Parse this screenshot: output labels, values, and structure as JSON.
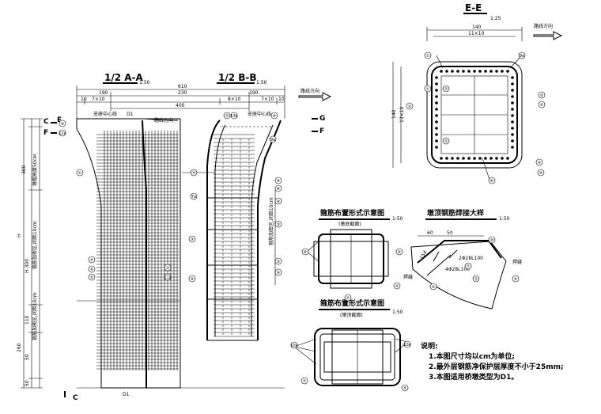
{
  "sections": {
    "aa_title": "1/2 A-A",
    "bb_title": "1/2 B-B",
    "scale_50": "1:50",
    "ee_title": "E-E",
    "ee_scale": "1:25"
  },
  "dims": {
    "total_width": "610",
    "aa_top": "190",
    "mid_top": "230",
    "bb_top": "190",
    "aa_sub_1": "10",
    "aa_sub_2": "7×10",
    "mid_width": "400",
    "bb_sub_1": "8×10",
    "bb_sub_2": "7×10",
    "bb_sub_3": "10",
    "ee_width": "140",
    "ee_sub": "11×10",
    "ee_height": "140",
    "ee_height_sub": "13×10",
    "left_h1": "300",
    "left_h2": "H",
    "left_h3": "H-300",
    "left_h4": "110",
    "left_h5": "260",
    "left_h6": "50",
    "left_h7": "50",
    "weld_60": "60",
    "weld_50": "50",
    "d1_label": "D1"
  },
  "labels": {
    "bearing_center_left": "支座中心线",
    "bearing_center_right": "支座中心线",
    "route_dir_main": "路线方向",
    "route_dir_ee": "路线方向",
    "section_c": "C",
    "section_c_bottom": "C",
    "section_g": "G",
    "section_f_left": "F",
    "section_f_right": "F",
    "section_e": "E",
    "ladder_1": "墩帽高度50cm",
    "ladder_2": "箍筋加密区,间距10cm",
    "ladder_3": "箍筋加密区,间距10cm",
    "stirrup_title_1": "箍筋布置形式示意图",
    "stirrup_sub_1": "(墩底截面)",
    "stirrup_title_2": "箍筋布置形式示意图",
    "stirrup_sub_2": "(墩顶截面)",
    "weld_title": "墩顶钢筋焊接大样",
    "weld_label_1": "焊缝",
    "weld_label_2": "焊缝",
    "weld_tag_1": "2Φ28L100",
    "weld_tag_2": "4Φ28L100",
    "weld_15d": "15d"
  },
  "notes": {
    "title": "说明:",
    "items": [
      "1.本图尺寸均以cm为单位;",
      "2.最外层钢筋净保护层厚度不小于25mm;",
      "3.本图适用桥墩类型为D1。"
    ]
  },
  "callouts": [
    "①",
    "②",
    "③",
    "④",
    "⑤",
    "⑥",
    "⑦",
    "⑧",
    "⑨",
    "⑩",
    "⑪",
    "⑫",
    "⑬",
    "⑭",
    "⑮",
    "⑯",
    "⑰",
    "1a",
    "2a",
    "3a",
    "4a",
    "5a",
    "6a",
    "7a",
    "8a",
    "9a",
    "10a",
    "11a",
    "12a",
    "13a",
    "14a"
  ]
}
